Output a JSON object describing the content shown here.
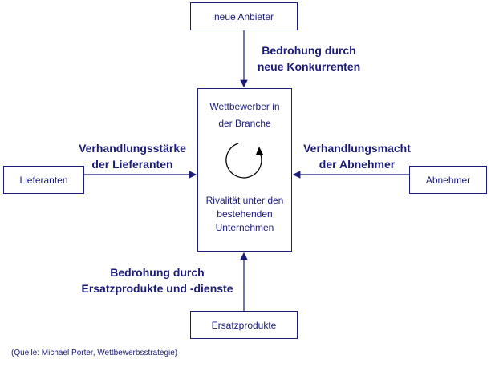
{
  "boxes": {
    "top": "neue Anbieter",
    "left": "Lieferanten",
    "right": "Abnehmer",
    "bottom": "Ersatzprodukte"
  },
  "center": {
    "line1": "Wettbewerber in",
    "line2": "der Branche",
    "line3": "Rivalität unter den",
    "line4": "bestehenden",
    "line5": "Unternehmen"
  },
  "labels": {
    "top_line1": "Bedrohung durch",
    "top_line2": "neue Konkurrenten",
    "left_line1": "Verhandlungsstärke",
    "left_line2": "der Lieferanten",
    "right_line1": "Verhandlungsmacht",
    "right_line2": "der Abnehmer",
    "bottom_line1": "Bedrohung durch",
    "bottom_line2": "Ersatzprodukte und -dienste"
  },
  "source": "(Quelle: Michael Porter, Wettbewerbsstrategie)",
  "colors": {
    "ink": "#1a1a7a",
    "cycle_arrow": "#000000"
  }
}
